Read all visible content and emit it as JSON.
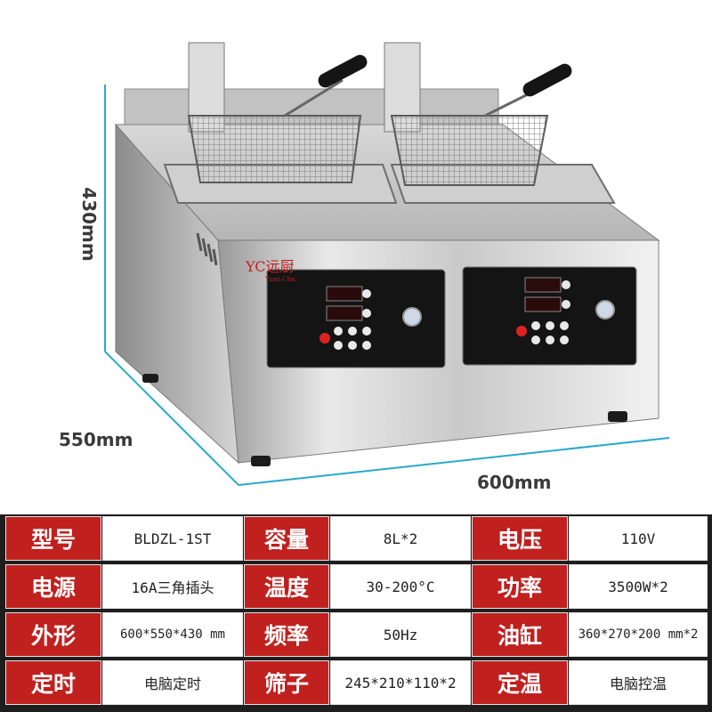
{
  "dimensions": {
    "height": "430mm",
    "depth": "550mm",
    "width": "600mm"
  },
  "brand": {
    "logo": "YC远厨",
    "logo_sub": "Yuan Chu"
  },
  "specs": [
    [
      {
        "label": "型号",
        "value": "BLDZL-1ST"
      },
      {
        "label": "容量",
        "value": "8L*2"
      },
      {
        "label": "电压",
        "value": "110V"
      }
    ],
    [
      {
        "label": "电源",
        "value": "16A三角插头"
      },
      {
        "label": "温度",
        "value": "30-200°C"
      },
      {
        "label": "功率",
        "value": "3500W*2"
      }
    ],
    [
      {
        "label": "外形",
        "value": "600*550*430 mm"
      },
      {
        "label": "频率",
        "value": "50Hz"
      },
      {
        "label": "油缸",
        "value": "360*270*200 mm*2"
      }
    ],
    [
      {
        "label": "定时",
        "value": "电脑定时"
      },
      {
        "label": "筛子",
        "value": "245*210*110*2"
      },
      {
        "label": "定温",
        "value": "电脑控温"
      }
    ]
  ],
  "colors": {
    "label_bg": "#c0201e",
    "dimension_line": "#2aa9c9"
  }
}
